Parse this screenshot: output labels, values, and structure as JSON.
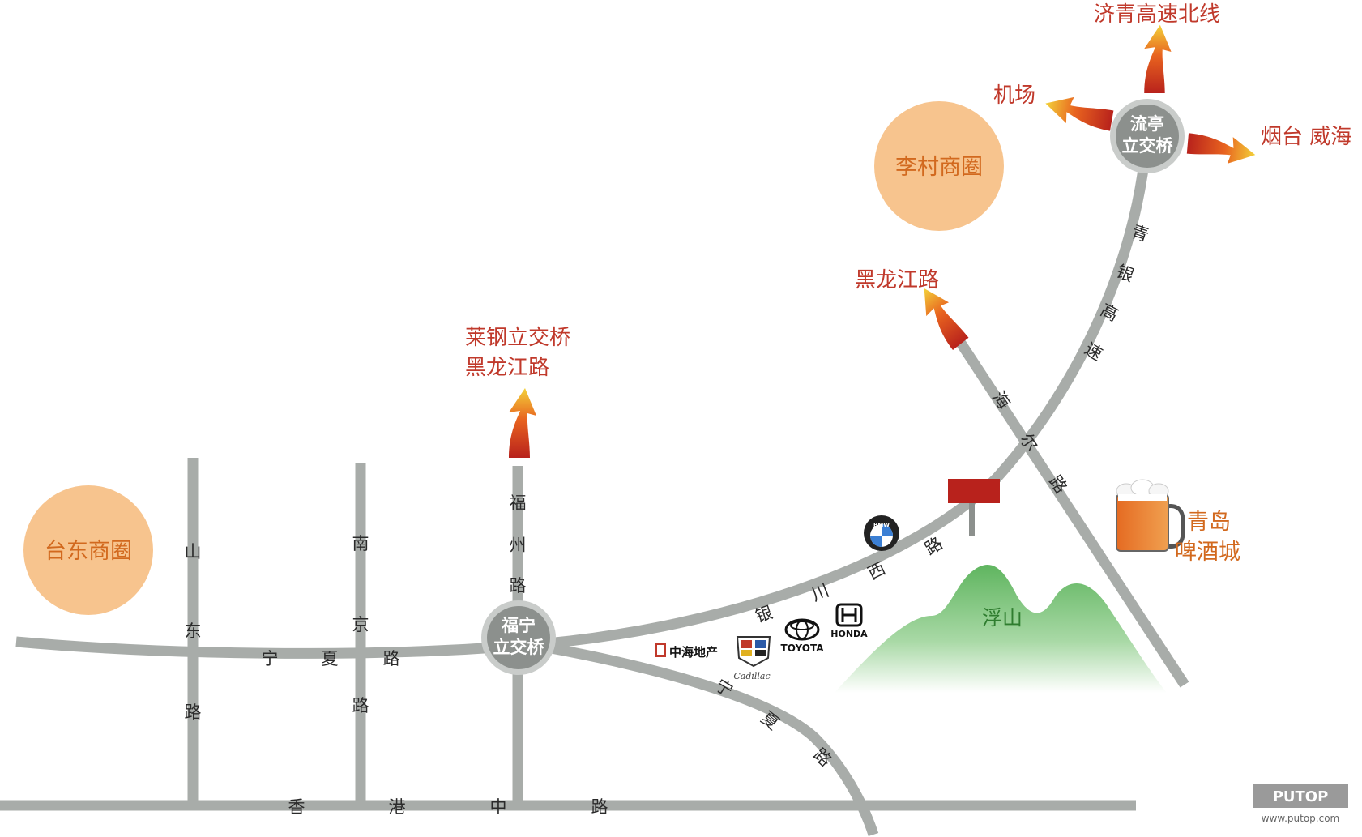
{
  "colors": {
    "road": "#a8aca9",
    "destination_text": "#c0392b",
    "circle_fill": "#f7c48e",
    "circle_text": "#d2691e",
    "bridge_fill": "#8c908d",
    "bridge_ring": "#c9ccca",
    "arrow_start": "#b8221c",
    "arrow_end": "#f3d23a",
    "marker": "#b8221c",
    "mountain": "#6dbf6d"
  },
  "areas": {
    "taidong": "台东商圈",
    "licun": "李村商圈"
  },
  "bridges": {
    "funing": [
      "福宁",
      "立交桥"
    ],
    "liuting": [
      "流亭",
      "立交桥"
    ]
  },
  "destinations": {
    "jiqing_north": "济青高速北线",
    "airport": "机场",
    "yantai": "烟台  威海",
    "heilongjiang_rd": "黑龙江路",
    "laigang": [
      "莱钢立交桥",
      "黑龙江路"
    ]
  },
  "roads": {
    "ningxia_w": [
      "宁",
      "夏",
      "路"
    ],
    "shandong": [
      "山",
      "东",
      "路"
    ],
    "nanjing": [
      "南",
      "京",
      "路"
    ],
    "fuzhou": [
      "福",
      "州",
      "路"
    ],
    "xianggang": [
      "香",
      "港",
      "中",
      "路"
    ],
    "yinchuan": [
      "银",
      "川",
      "西",
      "路"
    ],
    "ningxia_se": [
      "宁",
      "夏",
      "路"
    ],
    "qingyin": [
      "青",
      "银",
      "高",
      "速"
    ],
    "haier": [
      "海",
      "尔",
      "路"
    ]
  },
  "pois": {
    "beer_city": [
      "青岛",
      "啤酒城"
    ],
    "fushan": "浮山"
  },
  "brands": {
    "bmw": "BMW",
    "honda": "HONDA",
    "toyota": "TOYOTA",
    "zhonghai": "中海地产",
    "cadillac": "Cadillac"
  },
  "watermark": {
    "logo": "PUTOP",
    "url": "www.putop.com"
  }
}
